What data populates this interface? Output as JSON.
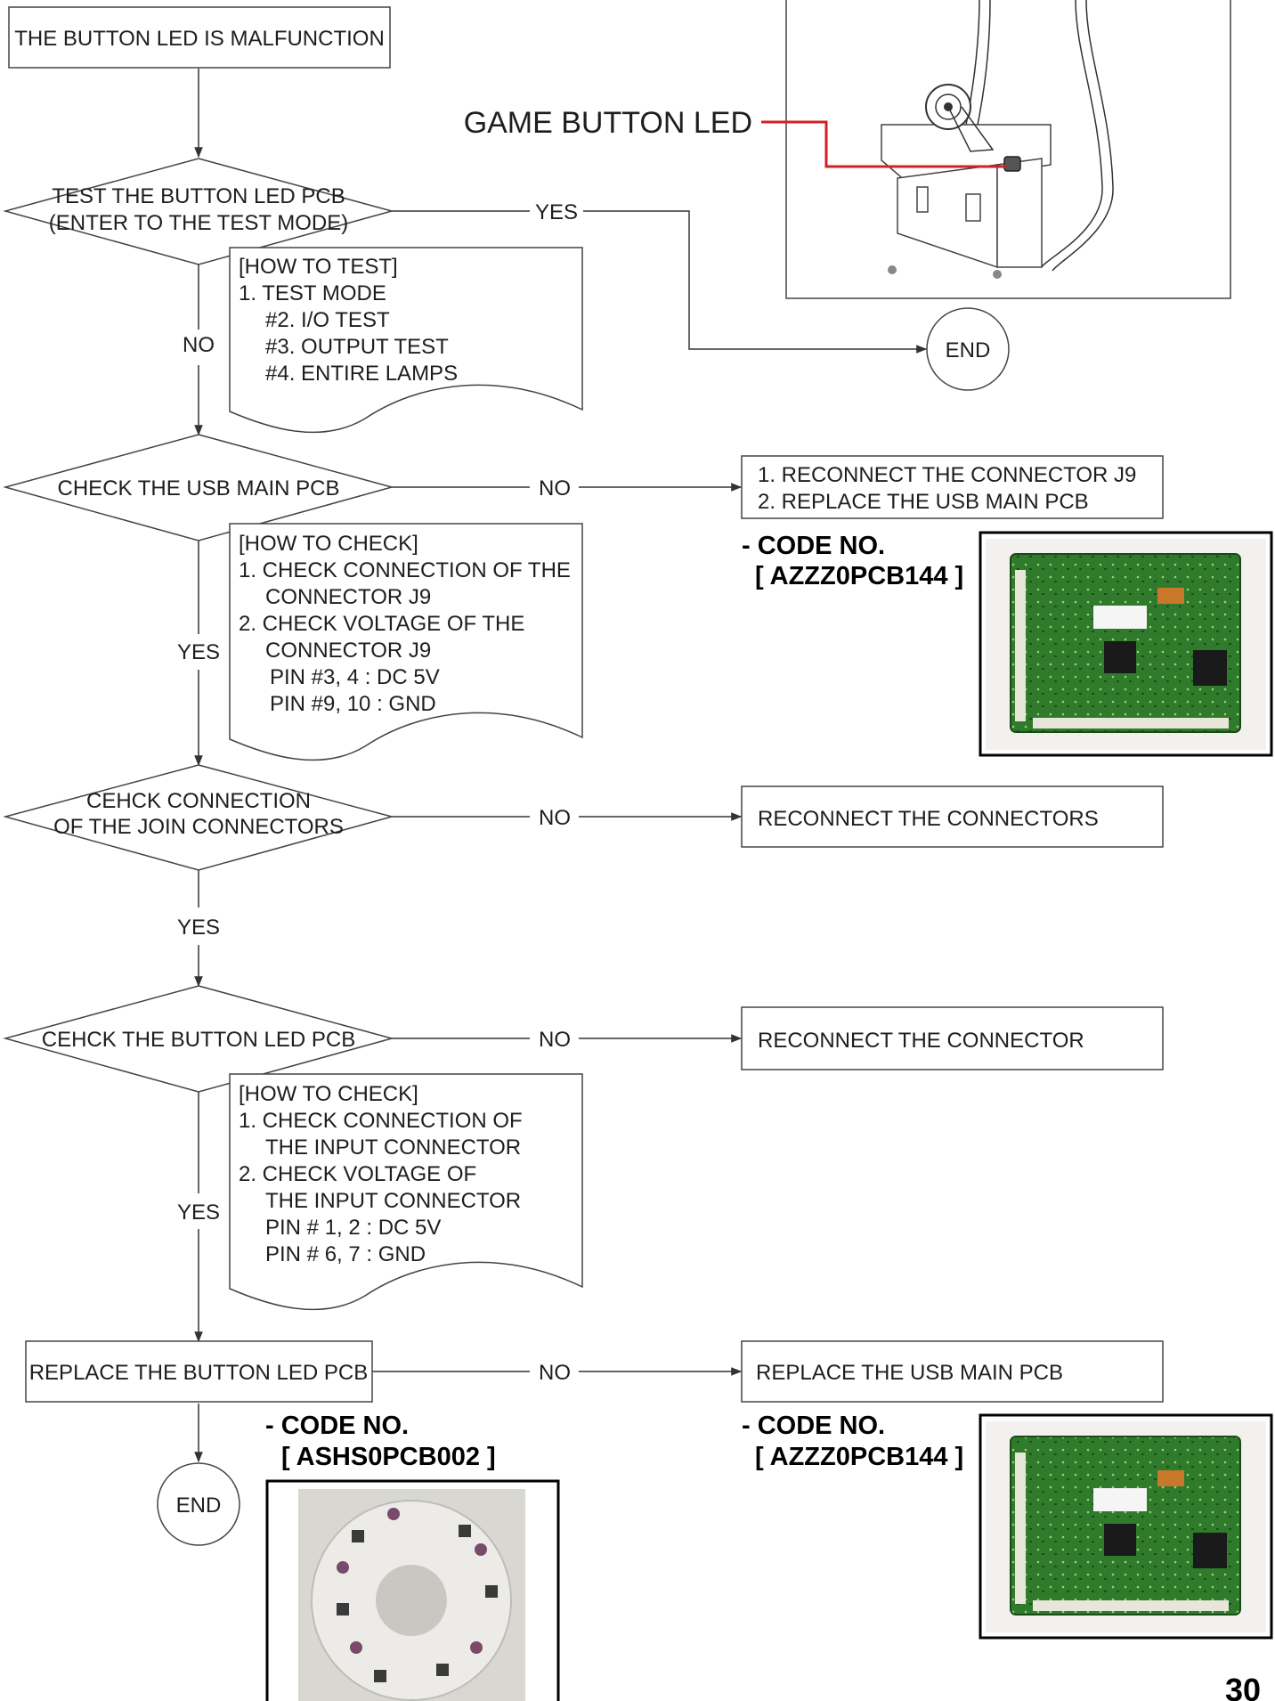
{
  "page_number": "30",
  "cabinet_callout": "GAME BUTTON LED",
  "nodes": {
    "start": "THE BUTTON LED IS MALFUNCTION",
    "test_led_line1": "TEST THE BUTTON LED PCB",
    "test_led_line2": "(ENTER TO THE TEST MODE)",
    "check_usb": "CHECK THE USB MAIN PCB",
    "check_join_line1": "CEHCK CONNECTION",
    "check_join_line2": "OF THE JOIN CONNECTORS",
    "check_button": "CEHCK THE BUTTON LED PCB",
    "replace_button": "REPLACE THE BUTTON LED PCB",
    "end1": "END",
    "end2": "END"
  },
  "actions": {
    "usb_line1": "1. RECONNECT THE CONNECTOR J9",
    "usb_line2": "2. REPLACE THE USB MAIN PCB",
    "reconnect_connectors": "RECONNECT THE CONNECTORS",
    "reconnect_connector": "RECONNECT THE CONNECTOR",
    "replace_usb": "REPLACE THE USB MAIN PCB"
  },
  "edge_labels": {
    "yes1": "YES",
    "no1": "NO",
    "no2": "NO",
    "yes2": "YES",
    "no3": "NO",
    "yes3": "YES",
    "no4": "NO",
    "yes4": "YES",
    "no5": "NO"
  },
  "notes": {
    "how_to_test": [
      "[HOW TO TEST]",
      "1. TEST MODE",
      "#2. I/O TEST",
      "#3. OUTPUT TEST",
      "#4. ENTIRE LAMPS"
    ],
    "how_to_check_usb": [
      "[HOW TO CHECK]",
      "1. CHECK CONNECTION OF THE",
      "CONNECTOR J9",
      "2. CHECK VOLTAGE OF THE",
      "CONNECTOR J9",
      "PIN #3, 4 : DC 5V",
      "PIN #9, 10 : GND"
    ],
    "how_to_check_button": [
      "[HOW TO CHECK]",
      "1. CHECK CONNECTION OF",
      "THE INPUT CONNECTOR",
      "2. CHECK VOLTAGE OF",
      "THE INPUT CONNECTOR",
      "PIN # 1, 2 : DC 5V",
      "PIN # 6, 7 : GND"
    ]
  },
  "parts": {
    "usb_code_label_1": "- CODE NO.",
    "usb_code_1": "[ AZZZ0PCB144 ]",
    "button_code_label": "- CODE NO.",
    "button_code": "[ ASHS0PCB002 ]",
    "usb_code_label_2": "- CODE NO.",
    "usb_code_2": "[ AZZZ0PCB144 ]"
  },
  "colors": {
    "callout_line": "#d41f24",
    "pcb_green": "#2f7a2b",
    "led_board": "#e8e8e6"
  }
}
